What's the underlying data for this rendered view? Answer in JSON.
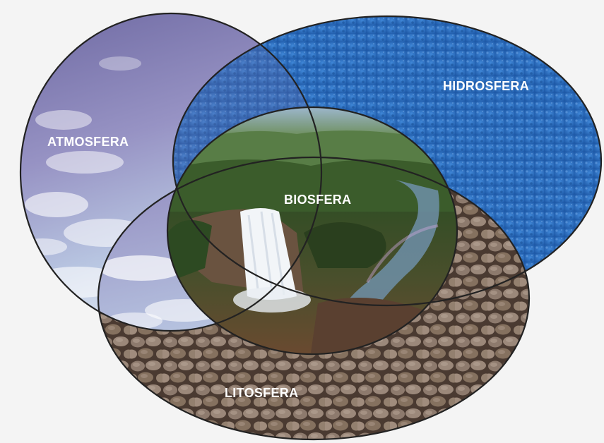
{
  "diagram": {
    "spheres": [
      {
        "id": "atmosfera",
        "label": "ATMOSFERA",
        "texture": "sky-with-clouds"
      },
      {
        "id": "hidrosfera",
        "label": "HIDROSFERA",
        "texture": "blue-water-pebble"
      },
      {
        "id": "litosfera",
        "label": "LITOSFERA",
        "texture": "stone-cobbles"
      },
      {
        "id": "biosfera",
        "label": "BIOSFERA",
        "texture": "forest-river-waterfall"
      }
    ],
    "colors": {
      "sky": "#8a86b8",
      "sky_light": "#c9d6ea",
      "water": "#2f6fc0",
      "stone": "#7f6a5c",
      "forest": "#3e5a2c",
      "outline": "#222222",
      "label": "#ffffff"
    }
  }
}
